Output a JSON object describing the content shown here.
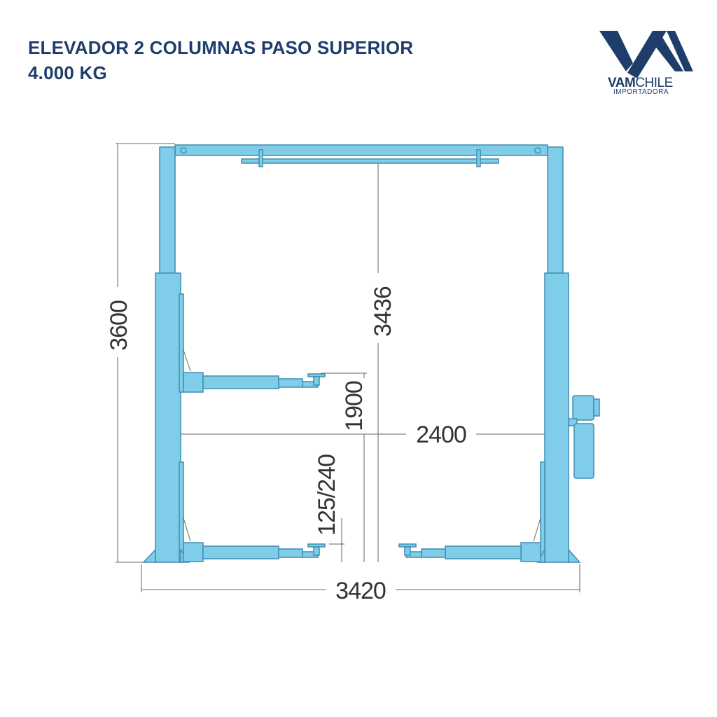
{
  "header": {
    "title_line1": "ELEVADOR 2 COLUMNAS PASO SUPERIOR",
    "title_line2": "4.000 KG"
  },
  "logo": {
    "name_bold": "VAM",
    "name_light": "CHILE",
    "subtitle": "IMPORTADORA",
    "color": "#1f3d6b"
  },
  "dimensions": {
    "total_height": "3600",
    "clear_height": "3436",
    "max_lift_height": "1900",
    "inner_width": "2400",
    "min_pad_height": "125/240",
    "total_width": "3420"
  },
  "colors": {
    "lift_fill": "#80cde9",
    "lift_outline": "#3e8fb2"
  }
}
